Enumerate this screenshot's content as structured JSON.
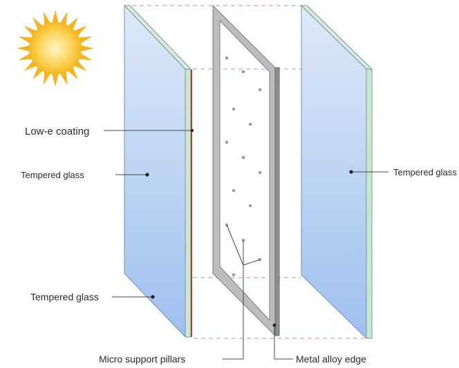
{
  "labels": {
    "low_e_coating": "Low-e coating",
    "tempered_glass_left_mid": "Tempered glass",
    "tempered_glass_left_low": "Tempered glass",
    "tempered_glass_right": "Tempered glass",
    "micro_support_pillars": "Micro support pillars",
    "metal_alloy_edge": "Metal alloy edge"
  },
  "icons": {
    "sun": "sun-icon"
  },
  "colors": {
    "glass_top": "#dce7f7",
    "glass_bottom": "#9fc1ee",
    "glass_edge": "#c9e6d8",
    "low_e_coating": "#c0392b",
    "frame": "#b8b8b8",
    "frame_dark": "#8f8f8f",
    "pillar": "#9a9a9a",
    "guide_line": "#e07a7a",
    "sun_core": "#f8c531",
    "sun_ray": "#f4b323",
    "label_text": "#2a2a2a",
    "leader_line": "#444444"
  }
}
